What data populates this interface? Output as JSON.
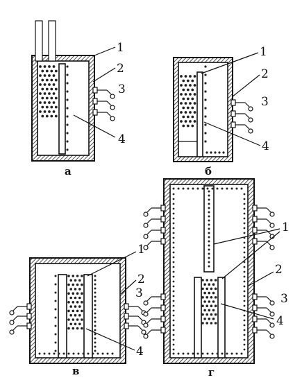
{
  "panels": [
    {
      "id": "a",
      "caption": "а",
      "labels": [
        "1",
        "2",
        "3",
        "4"
      ]
    },
    {
      "id": "b",
      "caption": "б",
      "labels": [
        "1",
        "2",
        "3",
        "4"
      ]
    },
    {
      "id": "v",
      "caption": "в",
      "labels": [
        "1",
        "2",
        "3",
        "4"
      ]
    },
    {
      "id": "g",
      "caption": "г",
      "labels": [
        "1",
        "2",
        "3",
        "4"
      ]
    }
  ]
}
